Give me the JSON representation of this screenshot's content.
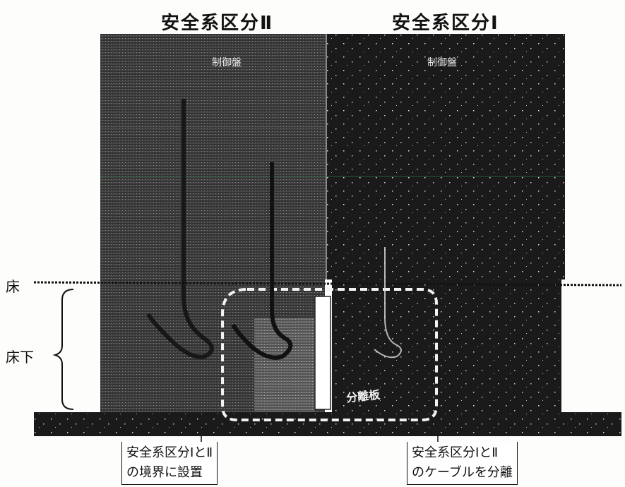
{
  "headers": {
    "division_2": "安全系区分Ⅱ",
    "division_1": "安全系区分Ⅰ"
  },
  "panels": {
    "left_label": "制御盤",
    "right_label": "制御盤"
  },
  "floor_labels": {
    "floor": "床",
    "under_floor": "床下"
  },
  "barrier_label": "分離板",
  "callouts": {
    "left": [
      "安全系区分ⅠとⅡ",
      "の境界に設置"
    ],
    "right": [
      "安全系区分ⅠとⅡ",
      "のケーブルを分離"
    ]
  },
  "colors": {
    "dark_panel": "#1c1c1c",
    "textured_panel": "#3a3a3a",
    "base_slab": "#2a2a2a",
    "barrier": "#ffffff"
  }
}
